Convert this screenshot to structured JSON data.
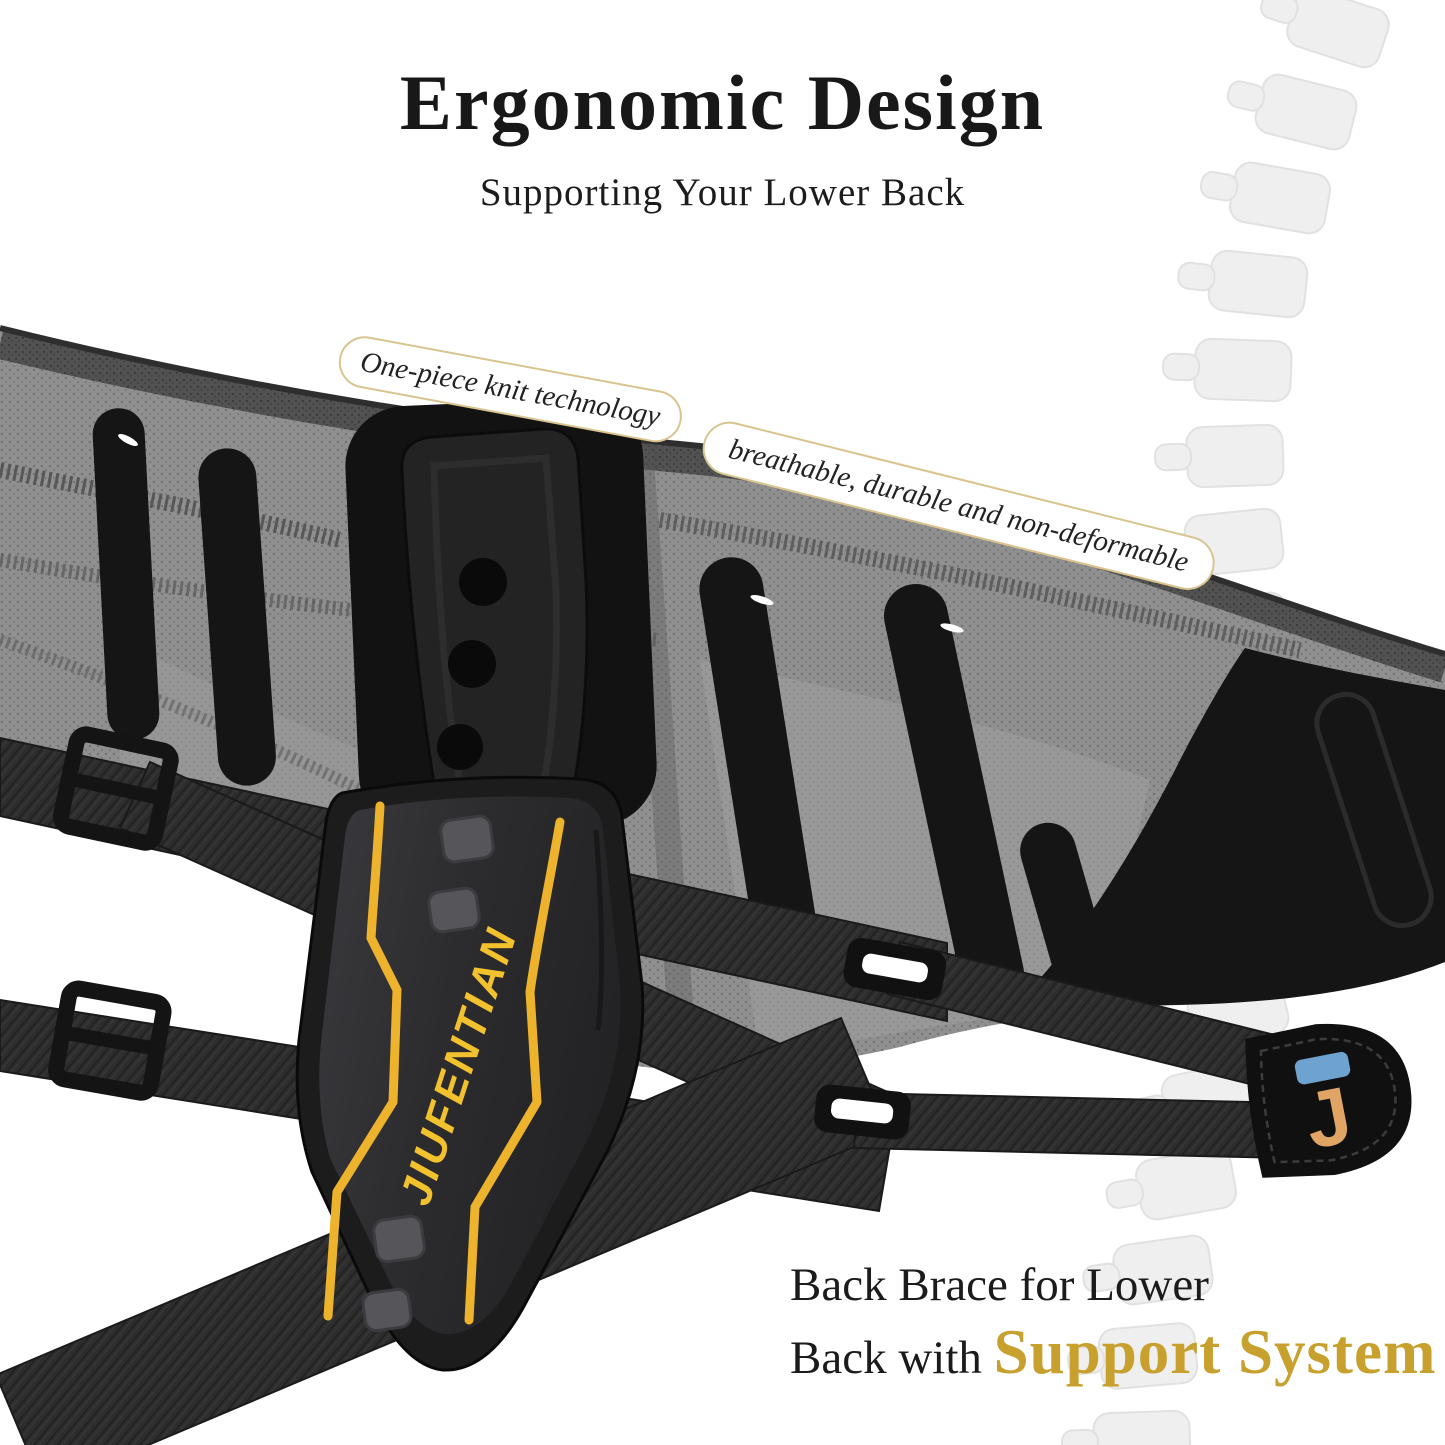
{
  "header": {
    "title": "Ergonomic Design",
    "subtitle": "Supporting Your Lower Back"
  },
  "callouts": {
    "knit": "One-piece knit technology",
    "breathable": "breathable, durable and non-deformable"
  },
  "product": {
    "brand": "JIUFENTIAN",
    "logo_letter": "J"
  },
  "footer": {
    "line1": "Back Brace for Lower",
    "line2_prefix": "Back with ",
    "line2_highlight": "Support System"
  },
  "colors": {
    "gold_text": "#C7A02E",
    "accent_yellow": "#EDB32C",
    "brand_yellow": "#F2C12E",
    "callout_border": "#D8C48E",
    "logo_blue": "#6FA3CF",
    "logo_orange": "#E0A464"
  }
}
